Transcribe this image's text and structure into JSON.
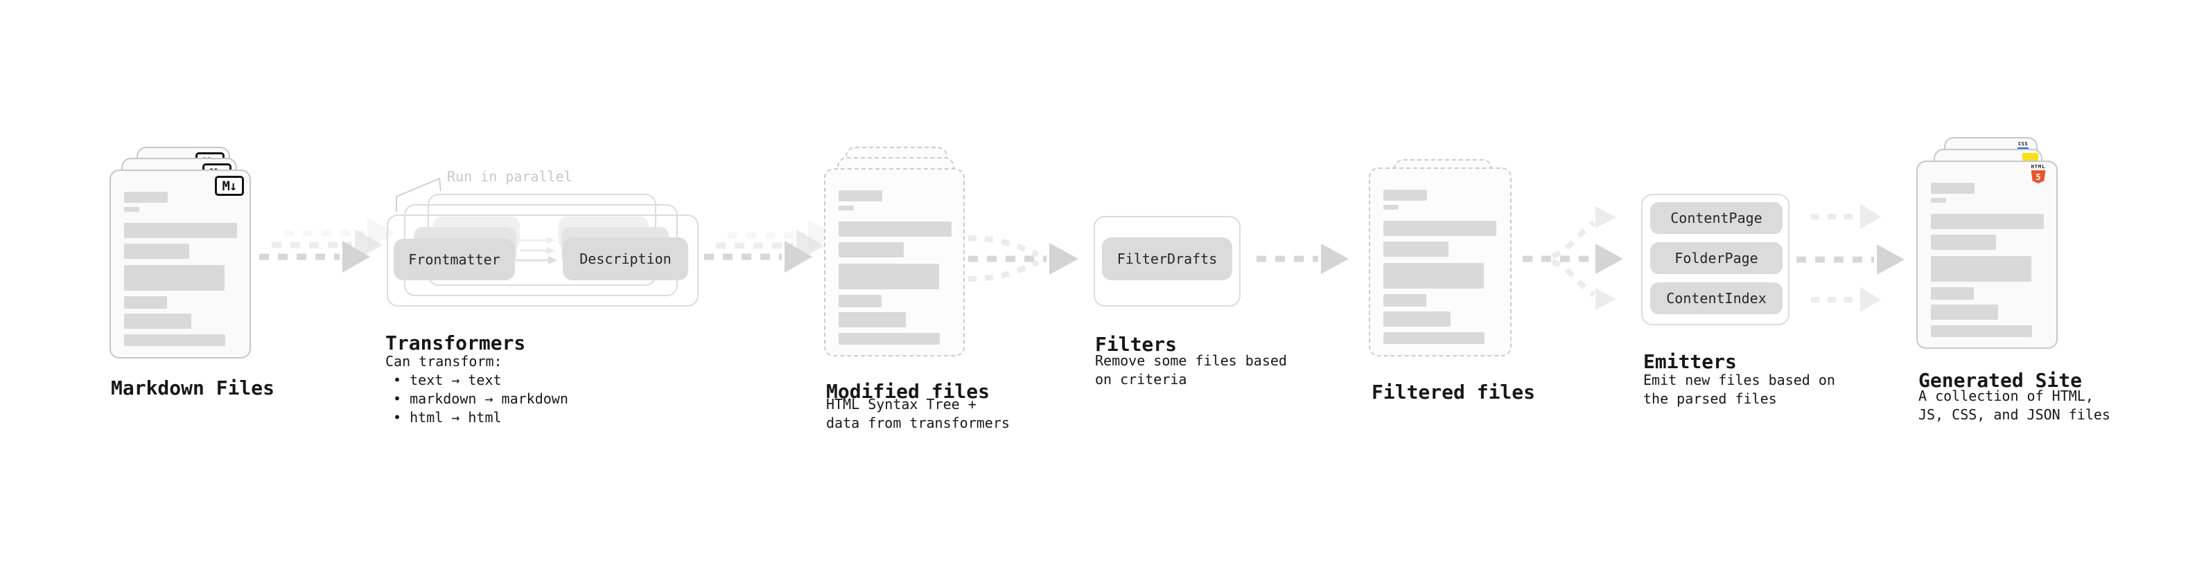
{
  "stages": {
    "markdown_files": {
      "title": "Markdown Files",
      "badge": "M↓"
    },
    "transformers": {
      "title": "Transformers",
      "annotation": "Run in parallel",
      "pills": [
        "Frontmatter",
        "Description"
      ],
      "note_heading": "Can transform:",
      "bullets": [
        "• text → text",
        "• markdown → markdown",
        "• html → html"
      ]
    },
    "modified_files": {
      "title": "Modified files",
      "note_lines": [
        "HTML Syntax Tree +",
        "data from transformers"
      ]
    },
    "filters": {
      "title": "Filters",
      "pills": [
        "FilterDrafts"
      ],
      "note_lines": [
        "Remove some files based",
        "on criteria"
      ]
    },
    "filtered_files": {
      "title": "Filtered files"
    },
    "emitters": {
      "title": "Emitters",
      "pills": [
        "ContentPage",
        "FolderPage",
        "ContentIndex"
      ],
      "note_lines": [
        "Emit new files based on",
        "the parsed files"
      ]
    },
    "generated_site": {
      "title": "Generated Site",
      "note_lines": [
        "A collection of HTML,",
        "JS, CSS, and JSON files"
      ],
      "badges": {
        "css_label": "CSS",
        "html_label": "HTML",
        "html_number": "5"
      }
    }
  },
  "colors": {
    "css_blue": "#2965f1",
    "js_yellow": "#f7df1e",
    "html5_orange": "#e8552d"
  }
}
